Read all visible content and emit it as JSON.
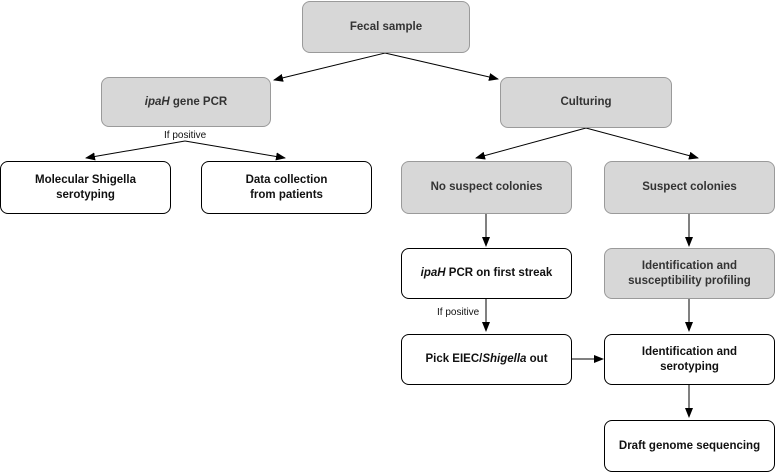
{
  "nodes": {
    "fecal_sample": "Fecal sample",
    "ipah_pcr": {
      "italic": "ipaH",
      "rest": " gene PCR"
    },
    "culturing": "Culturing",
    "molecular_serotyping": {
      "line1": "Molecular Shigella",
      "line2": "serotyping"
    },
    "data_collection": {
      "line1": "Data collection",
      "line2": "from patients"
    },
    "no_suspect": "No suspect colonies",
    "suspect": "Suspect colonies",
    "ipah_first_streak": {
      "italic": "ipaH",
      "rest": " PCR on first streak"
    },
    "id_susceptibility": {
      "line1": "Identification and",
      "line2": "susceptibility profiling"
    },
    "pick_eiec": {
      "pre": "Pick EIEC/",
      "italic": "Shigella",
      "post": " out"
    },
    "id_serotyping": {
      "line1": "Identification and",
      "line2": "serotyping"
    },
    "draft_genome": "Draft genome sequencing"
  },
  "edge_labels": {
    "if_positive_1": "If positive",
    "if_positive_2": "If positive"
  },
  "colors": {
    "gray_fill": "#d7d7d7",
    "gray_border": "#9a9a9a",
    "line": "#000000"
  }
}
